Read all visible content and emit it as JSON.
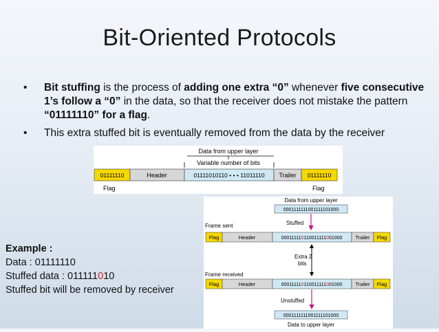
{
  "slide": {
    "title": "Bit-Oriented Protocols"
  },
  "bullets": {
    "b1": {
      "p1": "Bit stuffing",
      "p2": " is the process of ",
      "p3": "adding one extra “0”",
      "p4": " whenever ",
      "p5": "five consecutive 1’s follow a “0”",
      "p6": " in the data, so that the receiver does not mistake the pattern ",
      "p7": "“01111110” for a flag",
      "p8": "."
    },
    "b2": "This extra stuffed bit is eventually removed from the data by the receiver"
  },
  "frame": {
    "upper_label": "Data from upper layer",
    "variable_label": "Variable number of bits",
    "flag_left": "01111110",
    "header": "Header",
    "data": "01111010110 • • • 11011110",
    "trailer": "Trailer",
    "flag_right": "01111110",
    "flag_label_left": "Flag",
    "flag_label_right": "Flag"
  },
  "stuffing": {
    "top_label": "Data from upper layer",
    "top_bits": "0001111111001111101000",
    "stuffed": "Stuffed",
    "frame_sent": "Frame sent",
    "flag": "Flag",
    "header": "Header",
    "sent_bits_a": "00011111",
    "sent_bits_b": "0",
    "sent_bits_c": "110011111",
    "sent_bits_d": "0",
    "sent_bits_e": "01000",
    "trailer": "Trailer",
    "extra_label_1": "Extra 2",
    "extra_label_2": "bits",
    "frame_received": "Frame received",
    "unstuffed": "Unstuffed",
    "bottom_bits": "0001111111001111101000",
    "bottom_label": "Data to upper layer"
  },
  "example": {
    "heading": "Example :",
    "data_line": "Data : 01111110",
    "stuffed_pre": "Stuffed data : 011111",
    "stuffed_bit": "0",
    "stuffed_post": "10",
    "note": "Stuffed bit will be removed by receiver"
  }
}
